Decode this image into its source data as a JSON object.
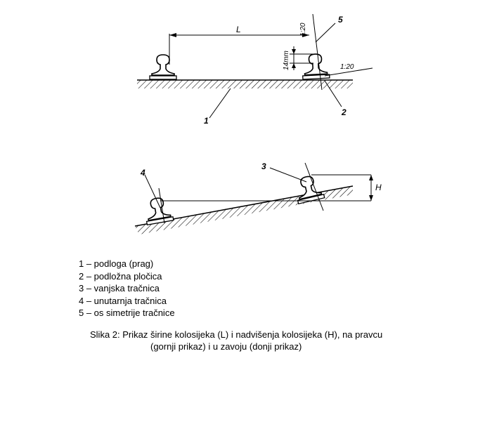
{
  "diagram": {
    "top": {
      "dim_L": "L",
      "dim_14mm": "14mm",
      "ratio_axis": "1:20",
      "ratio_base": "1:20",
      "callout_1": "1",
      "callout_2": "2",
      "callout_5": "5"
    },
    "bottom": {
      "dim_H": "H",
      "callout_3": "3",
      "callout_4": "4"
    }
  },
  "legend": {
    "items": [
      "1 – podloga (prag)",
      "2 – podložna pločica",
      "3 – vanjska tračnica",
      "4 – unutarnja tračnica",
      "5 – os simetrije tračnice"
    ]
  },
  "caption": {
    "line1": "Slika 2: Prikaz širine kolosijeka (L) i nadvišenja kolosijeka (H), na pravcu",
    "line2": "(gornji prikaz) i u zavoju (donji prikaz)"
  }
}
